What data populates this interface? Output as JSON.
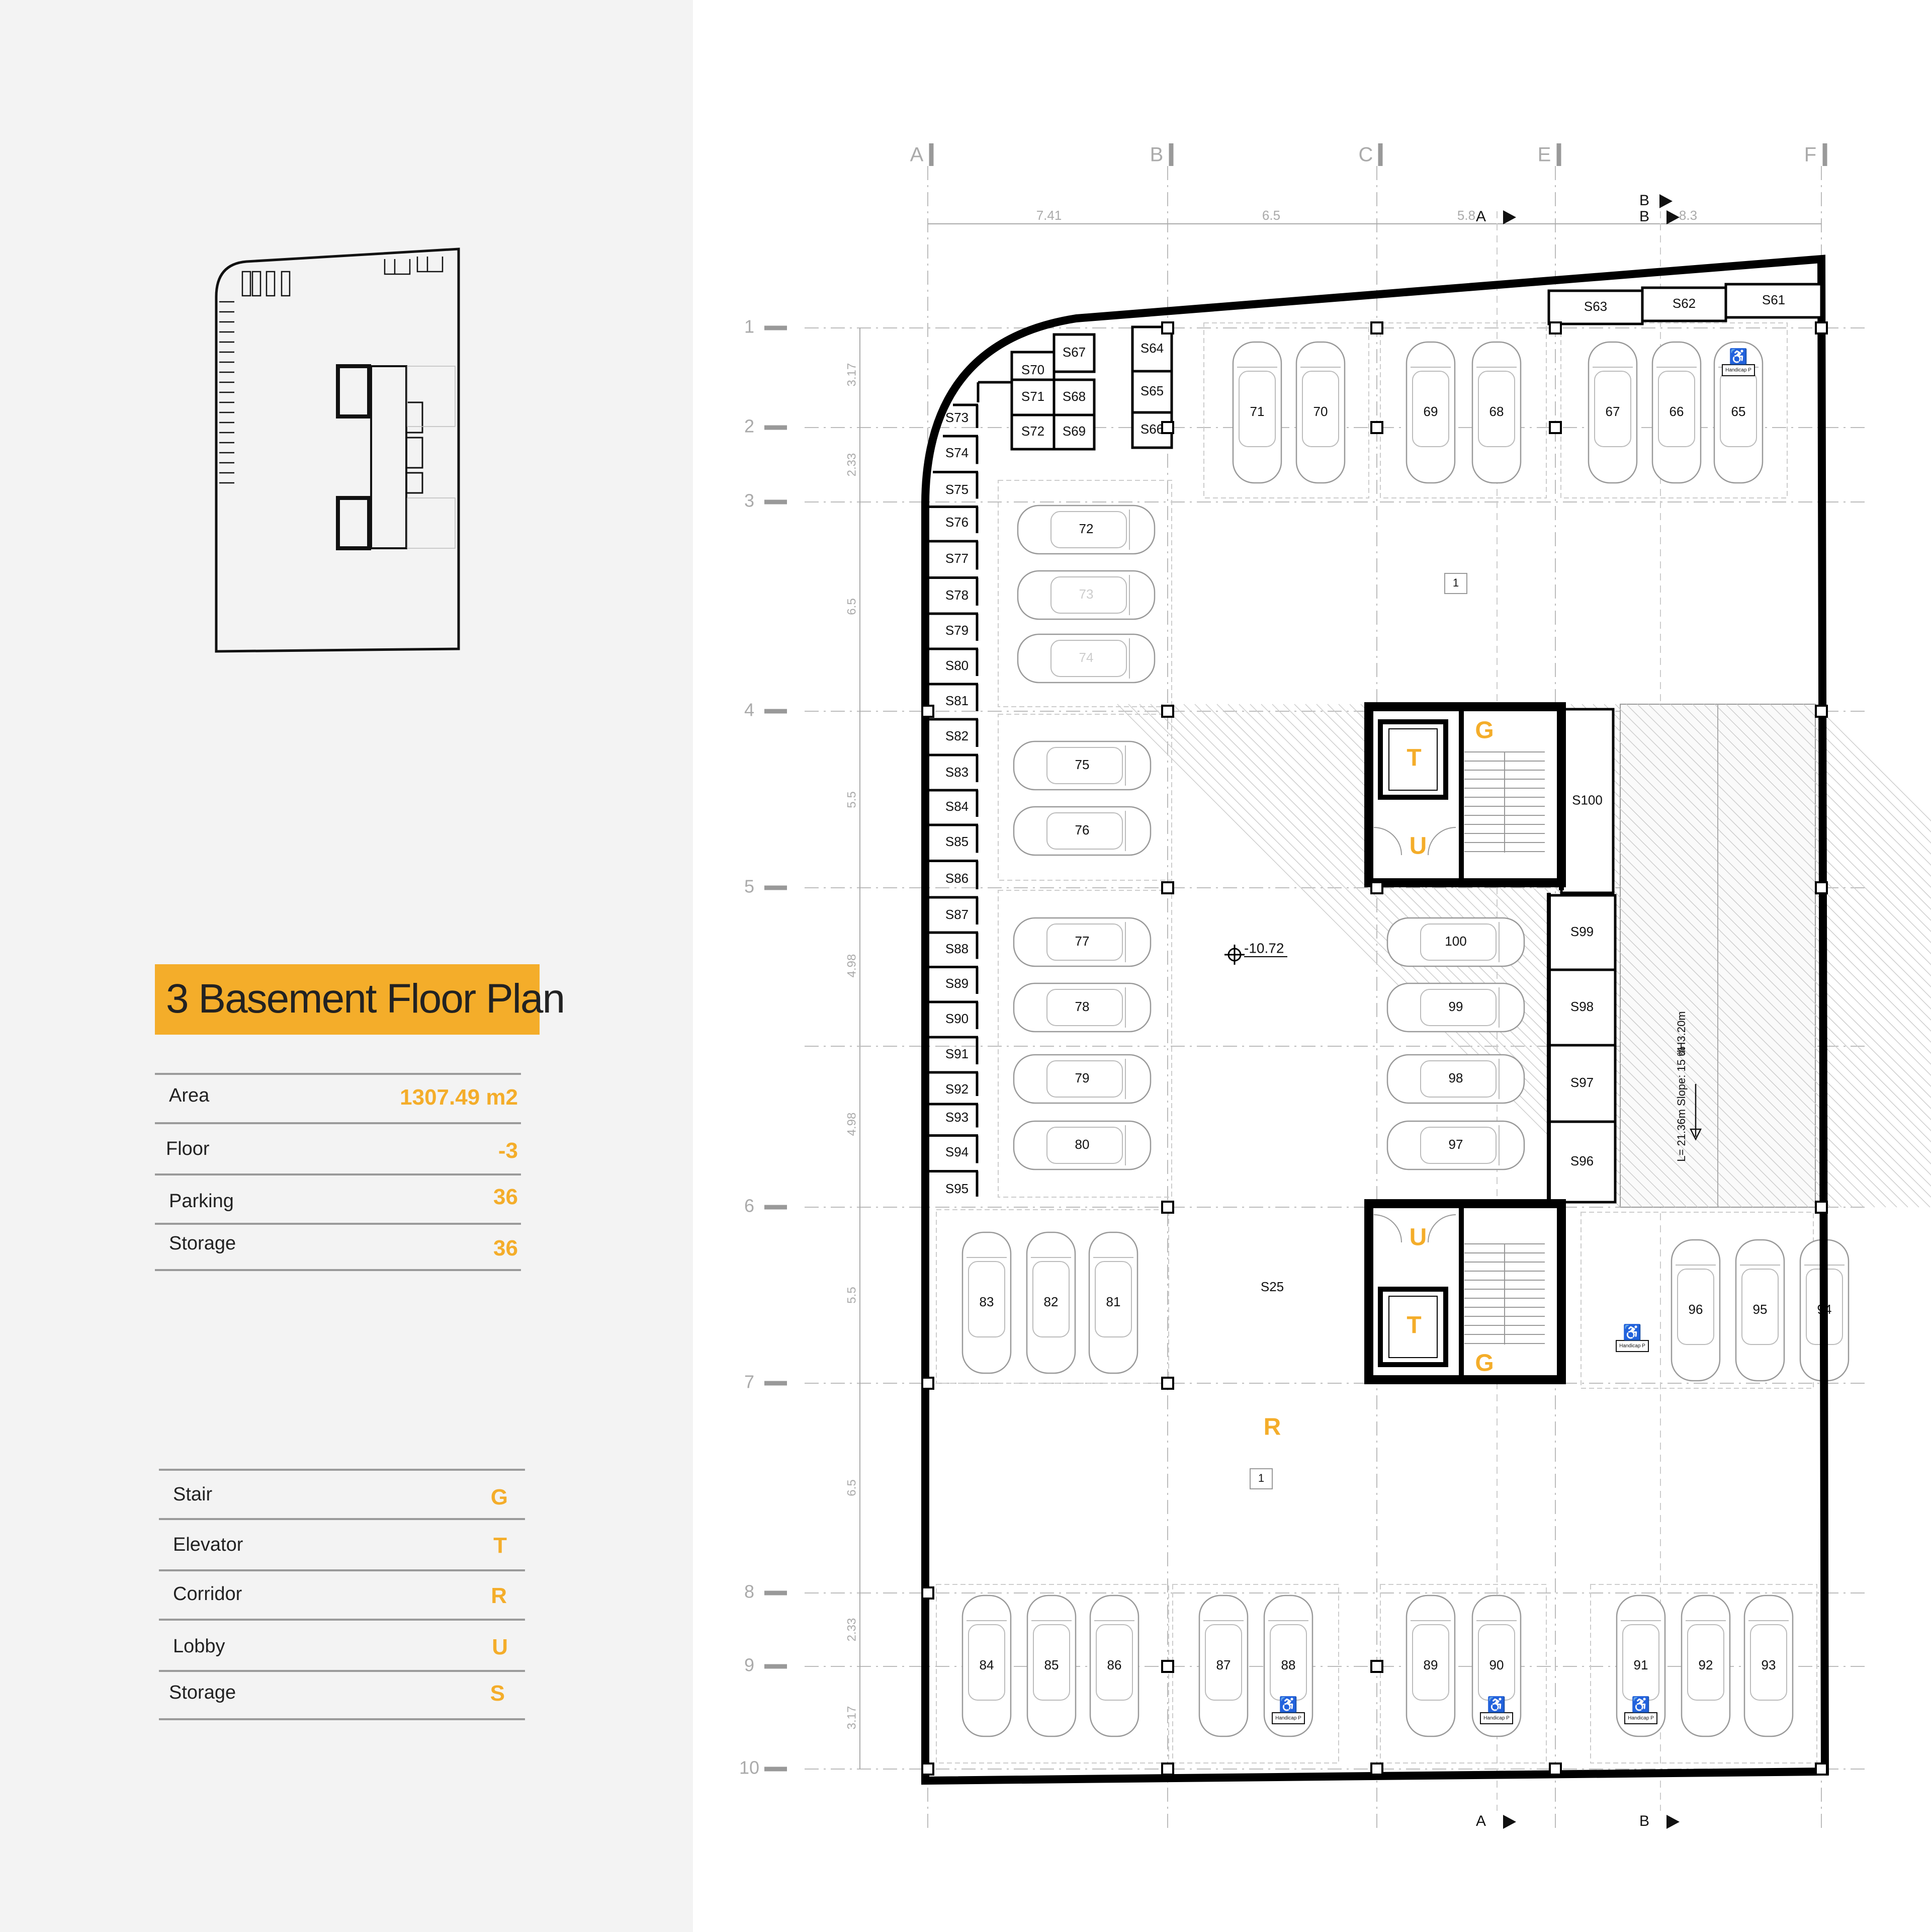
{
  "title": "3 Basement Floor Plan",
  "summary": [
    {
      "label": "Area",
      "value": "1307.49 m2"
    },
    {
      "label": "Floor",
      "value": "-3"
    },
    {
      "label": "Parking",
      "value": "36"
    },
    {
      "label": "Storage",
      "value": "36"
    }
  ],
  "legend": [
    {
      "label": "Stair",
      "value": "G"
    },
    {
      "label": "Elevator",
      "value": "T"
    },
    {
      "label": "Corridor",
      "value": "R"
    },
    {
      "label": "Lobby",
      "value": "U"
    },
    {
      "label": "Storage",
      "value": "S"
    }
  ],
  "grid_columns": [
    "A",
    "B",
    "C",
    "E",
    "F"
  ],
  "grid_rows": [
    "1",
    "2",
    "3",
    "4",
    "5",
    "6",
    "7",
    "8",
    "9",
    "10"
  ],
  "dimensions_top": [
    "7.41",
    "6.5",
    "5.8",
    "8.3"
  ],
  "dimensions_left": [
    "3.17",
    "2.33",
    "6.5",
    "5.5",
    "4.98",
    "4.98",
    "5.5",
    "6.5",
    "2.33",
    "3.17"
  ],
  "section_markers": [
    "A",
    "B"
  ],
  "level": "-10.72",
  "ramp_text": "L= 21.36m  Slope: 15 %",
  "ramp_height": "dH3.20m",
  "corridor_tag": "1",
  "storage_s25": "S25",
  "storage_s100": "S100",
  "handicap_label": "Handicap P",
  "parking_numbers": [
    "65",
    "66",
    "67",
    "68",
    "69",
    "70",
    "71",
    "72",
    "73",
    "74",
    "75",
    "76",
    "77",
    "78",
    "79",
    "80",
    "81",
    "82",
    "83",
    "84",
    "85",
    "86",
    "87",
    "88",
    "89",
    "90",
    "91",
    "92",
    "93",
    "94",
    "95",
    "96",
    "97",
    "98",
    "99",
    "100"
  ],
  "storage_labels": [
    "S61",
    "S62",
    "S63",
    "S64",
    "S65",
    "S66",
    "S67",
    "S68",
    "S69",
    "S70",
    "S71",
    "S72",
    "S73",
    "S74",
    "S75",
    "S76",
    "S77",
    "S78",
    "S79",
    "S80",
    "S81",
    "S82",
    "S83",
    "S84",
    "S85",
    "S86",
    "S87",
    "S88",
    "S89",
    "S90",
    "S91",
    "S92",
    "S93",
    "S94",
    "S95",
    "S96",
    "S97",
    "S98",
    "S99"
  ],
  "space_letters": {
    "stair": "G",
    "elevator": "T",
    "corridor": "R",
    "lobby": "U"
  },
  "colors": {
    "accent": "#f4ad2a",
    "wall": "#000000",
    "sidebar_bg": "#f3f3f3",
    "grid": "#bbbbbb"
  }
}
